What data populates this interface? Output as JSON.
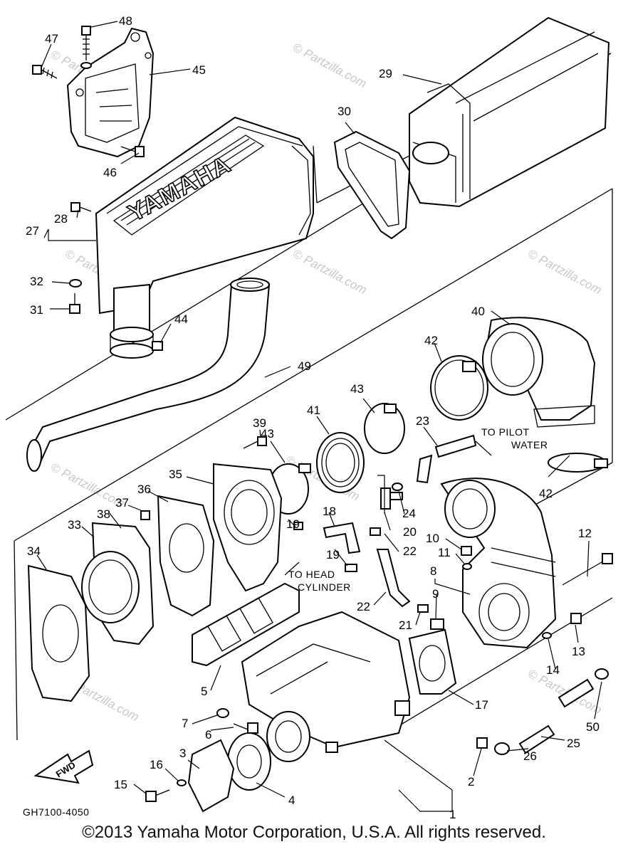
{
  "brand_text": "YAMAHA",
  "drawing_code": "GH7100-4050",
  "fwd_label": "FWD",
  "watermark": "© Partzilla.com",
  "notes": {
    "to_pilot": "TO PILOT",
    "water": "WATER",
    "to_head": "TO HEAD",
    "cylinder": "CYLINDER"
  },
  "callouts": [
    {
      "id": "48",
      "label": "48"
    },
    {
      "id": "47",
      "label": "47"
    },
    {
      "id": "45",
      "label": "45"
    },
    {
      "id": "46",
      "label": "46"
    },
    {
      "id": "28",
      "label": "28"
    },
    {
      "id": "27",
      "label": "27"
    },
    {
      "id": "32",
      "label": "32"
    },
    {
      "id": "31",
      "label": "31"
    },
    {
      "id": "44",
      "label": "44"
    },
    {
      "id": "49",
      "label": "49"
    },
    {
      "id": "29",
      "label": "29"
    },
    {
      "id": "30",
      "label": "30"
    },
    {
      "id": "40",
      "label": "40"
    },
    {
      "id": "42a",
      "label": "42"
    },
    {
      "id": "42b",
      "label": "42"
    },
    {
      "id": "43a",
      "label": "43"
    },
    {
      "id": "43b",
      "label": "43"
    },
    {
      "id": "41",
      "label": "41"
    },
    {
      "id": "23",
      "label": "23"
    },
    {
      "id": "39",
      "label": "39"
    },
    {
      "id": "35",
      "label": "35"
    },
    {
      "id": "36",
      "label": "36"
    },
    {
      "id": "37",
      "label": "37"
    },
    {
      "id": "38",
      "label": "38"
    },
    {
      "id": "33",
      "label": "33"
    },
    {
      "id": "34",
      "label": "34"
    },
    {
      "id": "18",
      "label": "18"
    },
    {
      "id": "19a",
      "label": "19"
    },
    {
      "id": "19b",
      "label": "19"
    },
    {
      "id": "24",
      "label": "24"
    },
    {
      "id": "20",
      "label": "20"
    },
    {
      "id": "22a",
      "label": "22"
    },
    {
      "id": "22b",
      "label": "22"
    },
    {
      "id": "21",
      "label": "21"
    },
    {
      "id": "10",
      "label": "10"
    },
    {
      "id": "11",
      "label": "11"
    },
    {
      "id": "12",
      "label": "12"
    },
    {
      "id": "8",
      "label": "8"
    },
    {
      "id": "9",
      "label": "9"
    },
    {
      "id": "13",
      "label": "13"
    },
    {
      "id": "14",
      "label": "14"
    },
    {
      "id": "17",
      "label": "17"
    },
    {
      "id": "5",
      "label": "5"
    },
    {
      "id": "7",
      "label": "7"
    },
    {
      "id": "6",
      "label": "6"
    },
    {
      "id": "3",
      "label": "3"
    },
    {
      "id": "16",
      "label": "16"
    },
    {
      "id": "15",
      "label": "15"
    },
    {
      "id": "4",
      "label": "4"
    },
    {
      "id": "2",
      "label": "2"
    },
    {
      "id": "1",
      "label": "1"
    },
    {
      "id": "26",
      "label": "26"
    },
    {
      "id": "25",
      "label": "25"
    },
    {
      "id": "50",
      "label": "50"
    }
  ],
  "copyright": "©2013 Yamaha Motor Corporation, U.S.A. All rights reserved."
}
